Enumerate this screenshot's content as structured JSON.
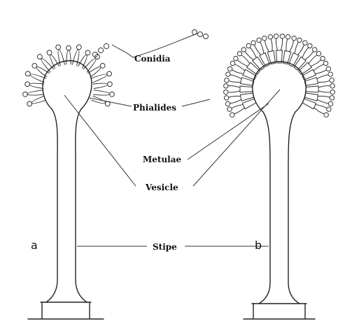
{
  "labels": {
    "conidia": "Conidia",
    "phialides": "Phialides",
    "metulae": "Metulae",
    "vesicle": "Vesicle",
    "stipe": "Stipe"
  },
  "panels": {
    "a": "a",
    "b": "b"
  }
}
